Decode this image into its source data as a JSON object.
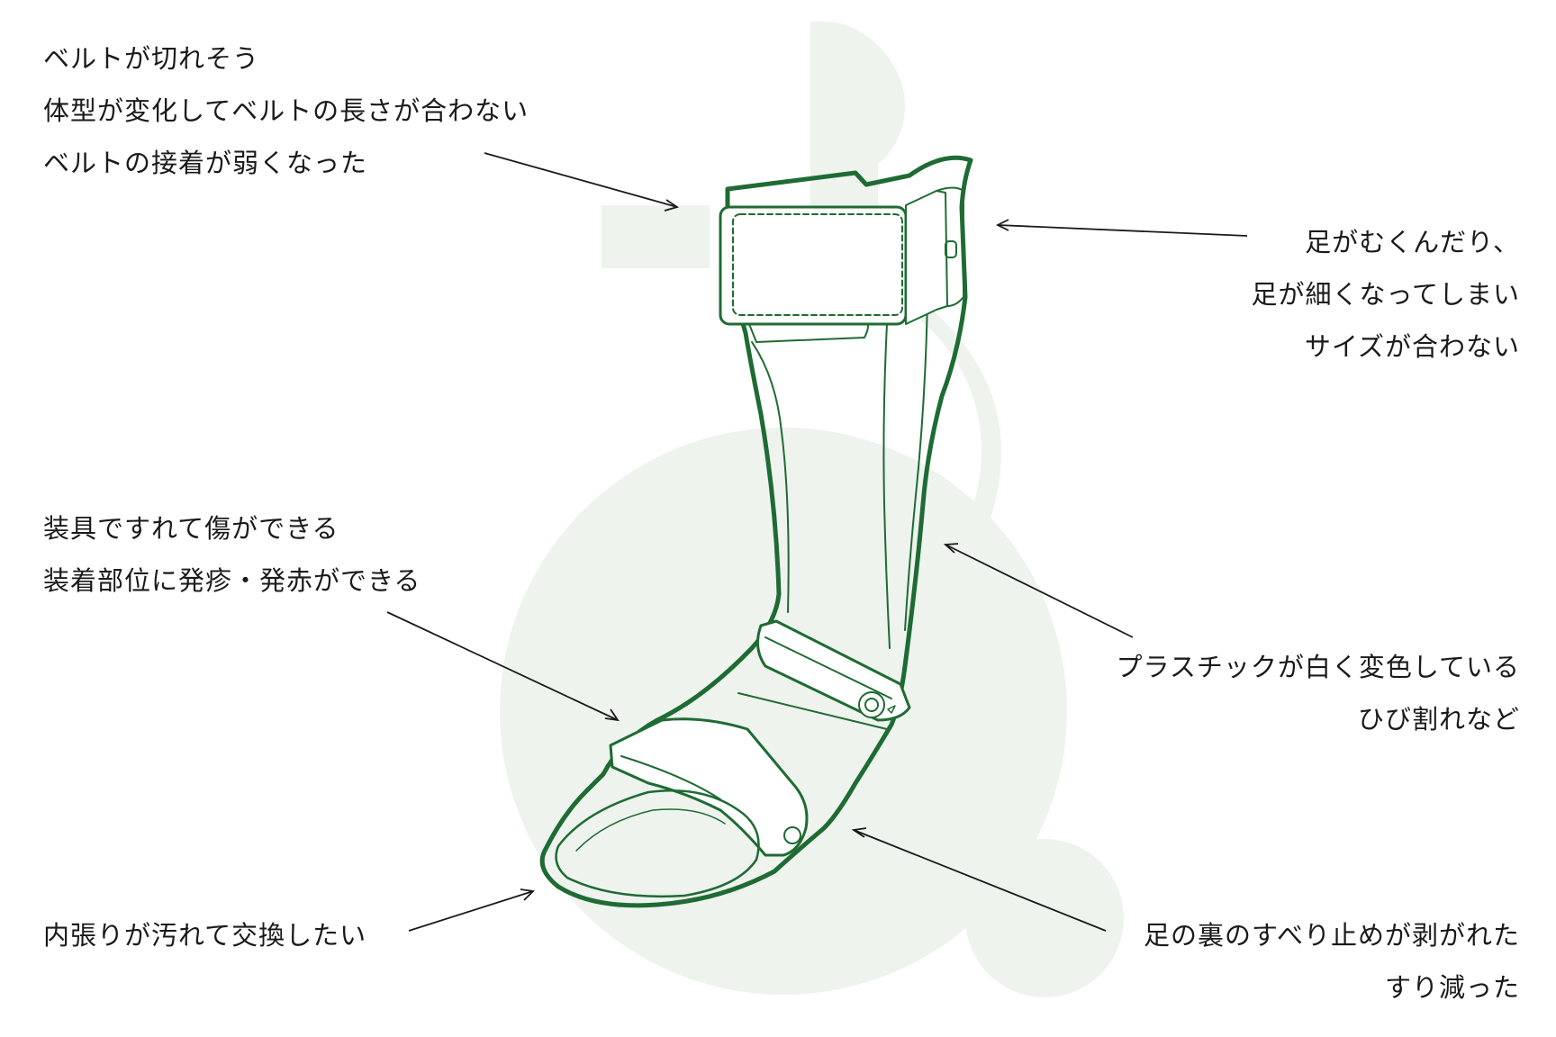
{
  "colors": {
    "brand_green": "#1e6b33",
    "background_logo": "#eef3ee",
    "text": "#1a1a1a"
  },
  "annotations": {
    "belt": [
      "ベルトが切れそう",
      "体型が変化してベルトの長さが合わない",
      "ベルトの接着が弱くなった"
    ],
    "size": [
      "足がむくんだり、",
      "足が細くなってしまい",
      "サイズが合わない"
    ],
    "skin": [
      "装具ですれて傷ができる",
      "装着部位に発疹・発赤ができる"
    ],
    "plastic": [
      "プラスチックが白く変色している",
      "ひび割れなど"
    ],
    "liner": [
      "内張りが汚れて交換したい"
    ],
    "sole": [
      "足の裏のすべり止めが剥がれた",
      "すり減った"
    ]
  }
}
